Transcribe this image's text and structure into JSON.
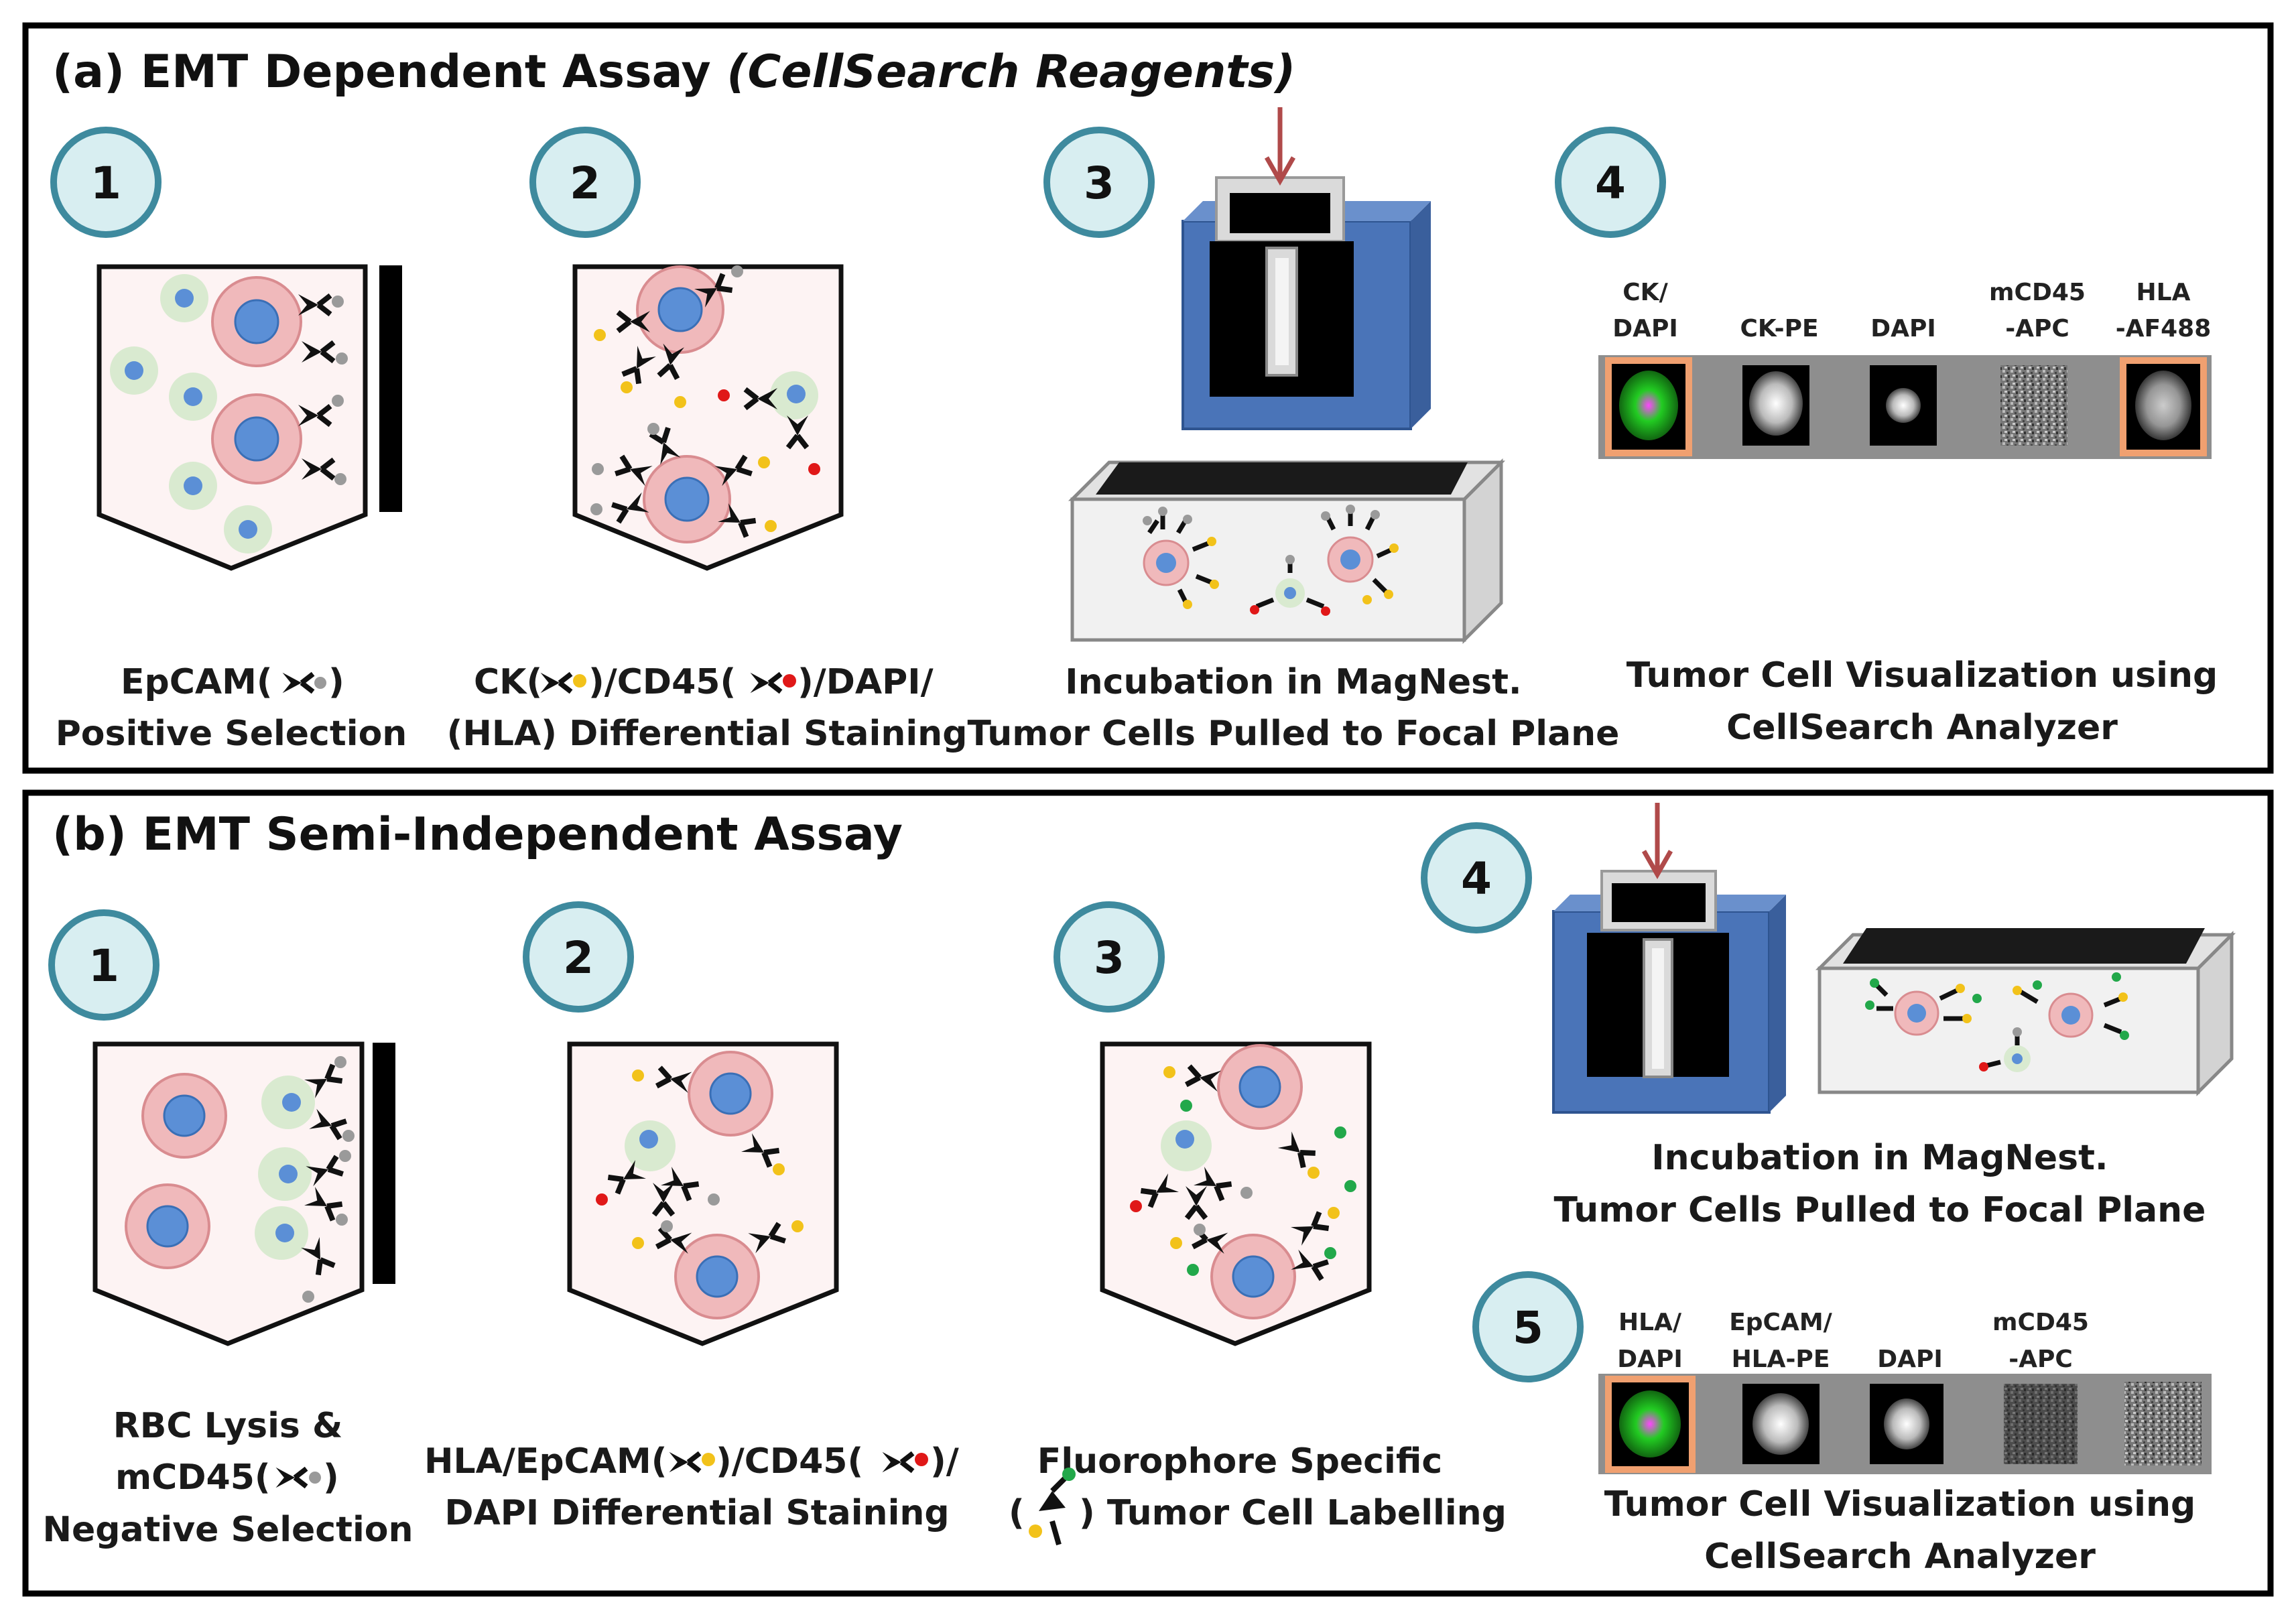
{
  "colors": {
    "frame": "#000000",
    "chamber_fill": "#fdf3f3",
    "tumor_cell": "#f0b9bb",
    "tumor_cell_edge": "#d98c90",
    "nucleus": "#5b8fd6",
    "wbc": "#d9ead0",
    "step_circle": "#d8eef1",
    "step_circle_edge": "#3e8a9e",
    "magnet_blue": "#4a74b8",
    "arrow": "#b04a4a",
    "dot_grey": "#9a9a9a",
    "dot_yellow": "#f2c21a",
    "dot_red": "#e01818",
    "dot_green": "#22a84a",
    "highlight_border": "#f0a070"
  },
  "panel_a": {
    "title_main": "(a) EMT Dependent Assay ",
    "title_italic": "(CellSearch Reagents)",
    "steps": [
      "1",
      "2",
      "3",
      "4"
    ],
    "caption1": [
      "EpCAM(",
      ")",
      "Positive Selection"
    ],
    "caption2": [
      "CK(",
      ")/CD45(",
      ")/DAPI/",
      "(HLA) Differential Staining"
    ],
    "caption3": [
      "Incubation in MagNest.",
      "Tumor Cells Pulled to Focal Plane"
    ],
    "caption4": [
      "Tumor Cell Visualization using",
      "CellSearch Analyzer"
    ],
    "channels": [
      {
        "line1": "CK/",
        "line2": "DAPI",
        "highlight": true
      },
      {
        "line1": "",
        "line2": "CK-PE",
        "highlight": false
      },
      {
        "line1": "",
        "line2": "DAPI",
        "highlight": false
      },
      {
        "line1": "mCD45",
        "line2": "-APC",
        "highlight": false
      },
      {
        "line1": "HLA",
        "line2": "-AF488",
        "highlight": true
      }
    ]
  },
  "panel_b": {
    "title": "(b) EMT Semi-Independent Assay",
    "steps": [
      "1",
      "2",
      "3",
      "4",
      "5"
    ],
    "caption1": [
      "RBC Lysis &",
      "mCD45(",
      ")",
      "Negative Selection"
    ],
    "caption2": [
      "HLA/EpCAM(",
      ")/CD45(",
      ")/",
      "DAPI Differential Staining"
    ],
    "caption3": [
      "Fluorophore Specific",
      "(",
      ") Tumor Cell Labelling"
    ],
    "caption4": [
      "Incubation in MagNest.",
      "Tumor Cells Pulled to Focal Plane"
    ],
    "caption5": [
      "Tumor Cell Visualization using",
      "CellSearch Analyzer"
    ],
    "channels": [
      {
        "line1": "HLA/",
        "line2": "DAPI",
        "highlight": true
      },
      {
        "line1": "EpCAM/",
        "line2": "HLA-PE",
        "highlight": false
      },
      {
        "line1": "",
        "line2": "DAPI",
        "highlight": false
      },
      {
        "line1": "mCD45",
        "line2": "-APC",
        "highlight": false
      },
      {
        "line1": "",
        "line2": "",
        "highlight": false
      }
    ]
  }
}
